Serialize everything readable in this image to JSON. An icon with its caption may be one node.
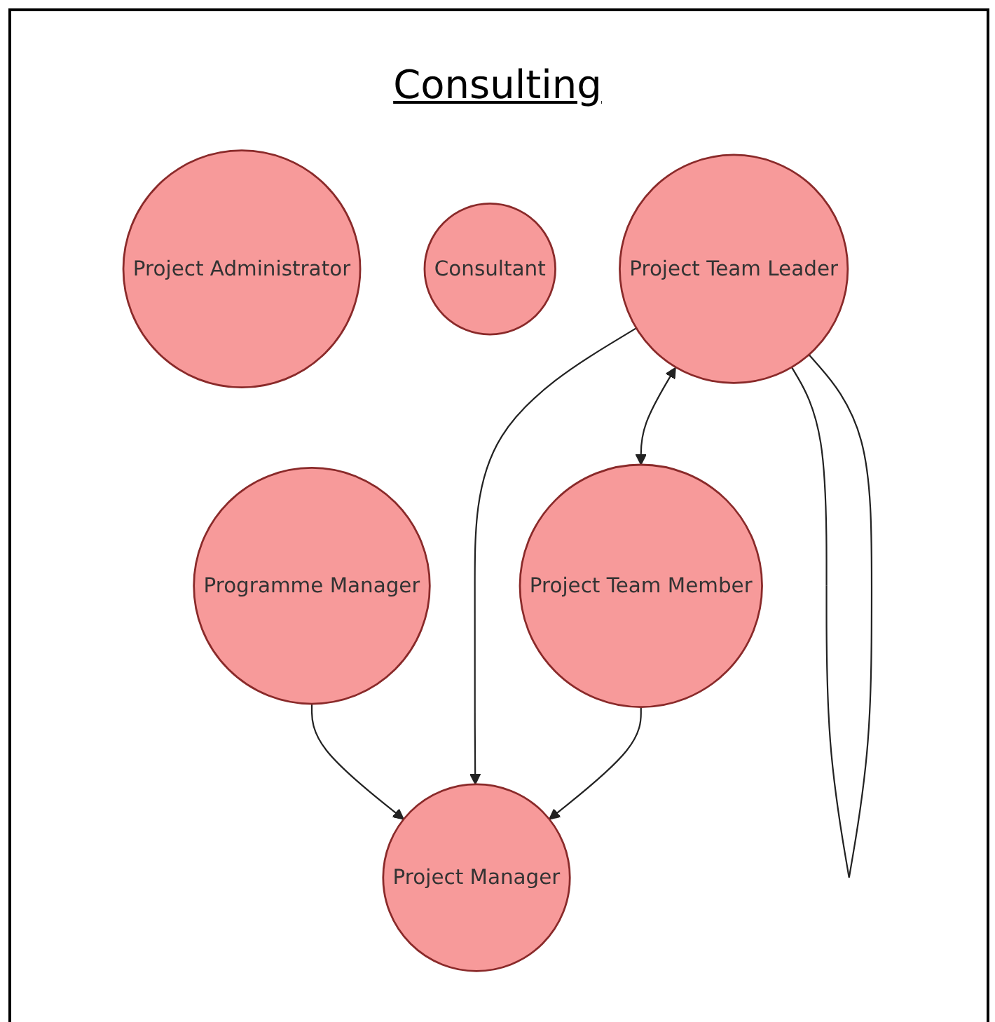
{
  "diagram": {
    "title": "Consulting",
    "nodes": [
      {
        "text": [
          "Project Administrator"
        ]
      },
      {
        "text": [
          "Consultant"
        ]
      },
      {
        "text": [
          "Programme Manager"
        ]
      },
      {
        "text": [
          "Project Manager"
        ]
      },
      {
        "text": [
          "Project Team Leader"
        ]
      },
      {
        "text": [
          "Project Team Member"
        ]
      }
    ],
    "edges": [
      {
        "from": 2,
        "to": 3,
        "arrow": "to"
      },
      {
        "from": 4,
        "to": 3,
        "arrow": "to"
      },
      {
        "from": 5,
        "to": 3,
        "arrow": "to"
      },
      {
        "from": 4,
        "to": 5,
        "arrow": "both"
      },
      {
        "from": 4,
        "to": 4,
        "arrow": "none"
      }
    ]
  }
}
